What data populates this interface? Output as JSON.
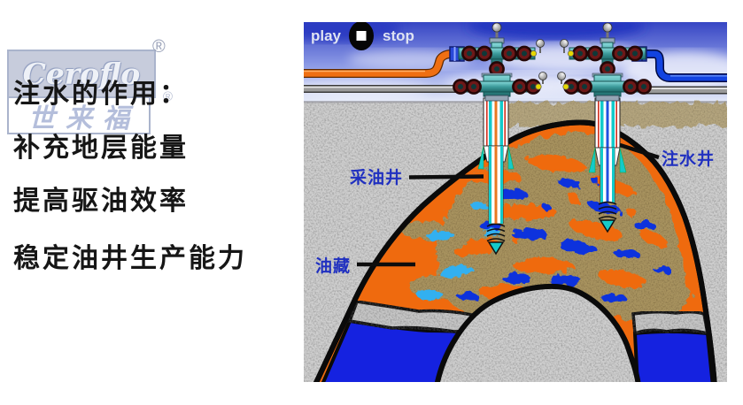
{
  "left_panel": {
    "logo": {
      "brand": "Ceroflo",
      "registered_mark": "®",
      "chinese_brand": "世来福"
    },
    "title": "注水的作用：",
    "bullets": [
      "补充地层能量",
      "提高驱油效率",
      "稳定油井生产能力"
    ]
  },
  "animation": {
    "controls": {
      "play_label": "play",
      "stop_label": "stop"
    },
    "labels": {
      "production_well": "采油井",
      "injection_well": "注水井",
      "oil_reservoir": "油藏"
    },
    "colors": {
      "oil_orange": "#ef6a0e",
      "water_blue": "#1522e0",
      "reservoir_rock_tan": "#a8935e",
      "label_blue": "#2030c0",
      "sky_blue": "#3847c5"
    }
  }
}
